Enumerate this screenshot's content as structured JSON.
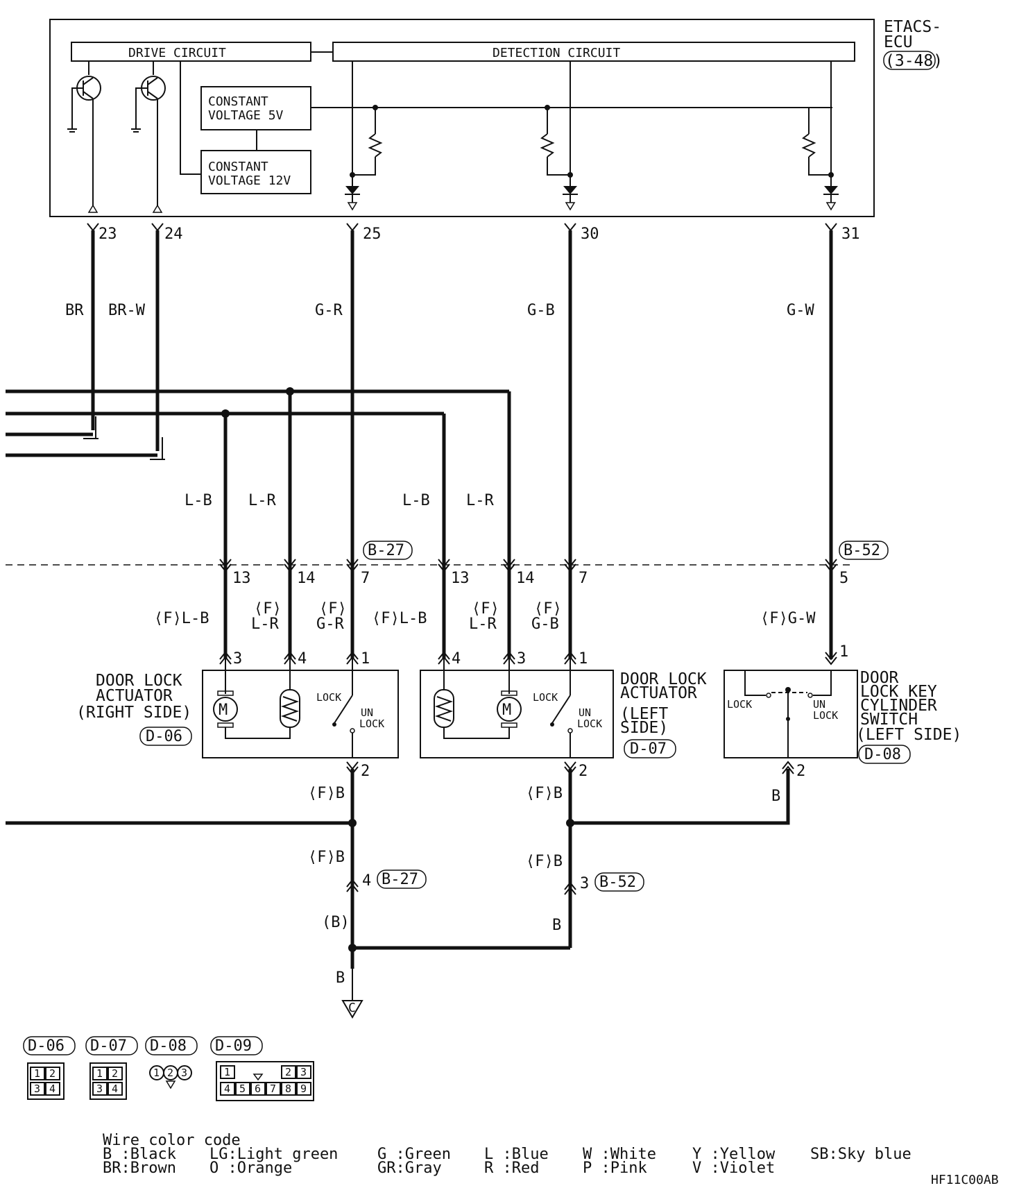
{
  "ecu": {
    "title_line1": "ETACS-",
    "title_line2": "ECU",
    "connector": "(3-48)",
    "drive_circuit": "DRIVE CIRCUIT",
    "detection_circuit": "DETECTION CIRCUIT",
    "cv5_line1": "CONSTANT",
    "cv5_line2": "VOLTAGE 5V",
    "cv12_line1": "CONSTANT",
    "cv12_line2": "VOLTAGE 12V"
  },
  "ecu_pins": [
    "23",
    "24",
    "25",
    "30",
    "31"
  ],
  "wire_labels": {
    "br": "BR",
    "brw": "BR-W",
    "gr": "G-R",
    "gb": "G-B",
    "gw": "G-W",
    "lb": "L-B",
    "lr": "L-R"
  },
  "junction_connectors": {
    "b27": "B-27",
    "b52": "B-52"
  },
  "junction_pins": [
    "13",
    "14",
    "7",
    "13",
    "14",
    "7",
    "5"
  ],
  "f_labels": {
    "f_lb": "⟨F⟩L-B",
    "f": "⟨F⟩",
    "lr": "L-R",
    "gr": "G-R",
    "gb": "G-B",
    "f_gw": "⟨F⟩G-W",
    "f_b": "⟨F⟩B"
  },
  "right_actuator": {
    "name_line1": "DOOR LOCK",
    "name_line2": "ACTUATOR",
    "name_line3": "(RIGHT SIDE)",
    "connector": "D-06",
    "pins": [
      "3",
      "4",
      "1",
      "2"
    ],
    "lock": "LOCK",
    "un": "UN",
    "unlock": "LOCK"
  },
  "left_actuator": {
    "name_line1": "DOOR LOCK",
    "name_line2": "ACTUATOR",
    "name_line3": "(LEFT",
    "name_line4": "SIDE)",
    "connector": "D-07",
    "pins": [
      "4",
      "3",
      "1",
      "2"
    ],
    "lock": "LOCK",
    "un": "UN",
    "unlock": "LOCK"
  },
  "key_switch": {
    "name_line1": "DOOR",
    "name_line2": "LOCK KEY",
    "name_line3": "CYLINDER",
    "name_line4": "SWITCH",
    "name_line5": "(LEFT SIDE)",
    "connector": "D-08",
    "pins": [
      "1",
      "2"
    ],
    "lock": "LOCK",
    "un": "UN",
    "unlock": "LOCK"
  },
  "ground": {
    "pin_b27": "4",
    "pin_b52": "3",
    "label_b_paren": "(B)",
    "label_b": "B",
    "symbol": "C"
  },
  "connector_views": {
    "d06": {
      "label": "D-06",
      "cells": [
        "1",
        "2",
        "3",
        "4"
      ]
    },
    "d07": {
      "label": "D-07",
      "cells": [
        "1",
        "2",
        "3",
        "4"
      ]
    },
    "d08": {
      "label": "D-08",
      "cells": [
        "1",
        "2",
        "3"
      ]
    },
    "d09": {
      "label": "D-09",
      "cells": [
        "1",
        "2",
        "3",
        "4",
        "5",
        "6",
        "7",
        "8",
        "9"
      ]
    }
  },
  "color_code": {
    "title": "Wire color code",
    "entries": [
      "B :Black",
      "BR:Brown",
      "LG:Light green",
      "O :Orange",
      "G :Green",
      "GR:Gray",
      "L :Blue",
      "R :Red",
      "W :White",
      "P :Pink",
      "Y :Yellow",
      "V :Violet",
      "SB:Sky blue"
    ]
  },
  "figure_code": "HF11C00AB"
}
